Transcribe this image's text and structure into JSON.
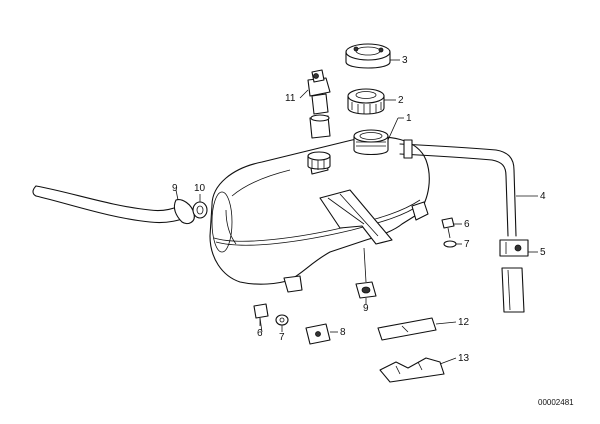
{
  "callouts": {
    "c1": "1",
    "c2": "2",
    "c3": "3",
    "c4": "4",
    "c5": "5",
    "c6a": "6",
    "c7a": "7",
    "c6b": "6",
    "c7b": "7",
    "c8": "8",
    "c9a": "9",
    "c10": "10",
    "c11": "11",
    "c9b": "9",
    "c12": "12",
    "c13": "13"
  },
  "diagram_id": "00002481"
}
